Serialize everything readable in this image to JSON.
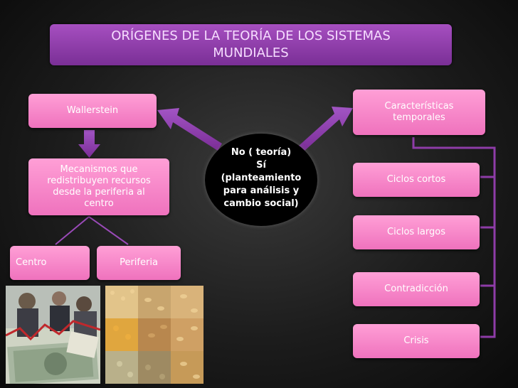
{
  "title": {
    "line1": "ORÍGENES DE LA TEORÍA DE LOS SISTEMAS",
    "line2": "MUNDIALES"
  },
  "left": {
    "wallerstein": "Wallerstein",
    "mechanisms": {
      "line1": "Mecanismos que",
      "line2": "redistribuyen  recursos",
      "line3": "desde la periferia al",
      "line4": "centro"
    },
    "centro": "Centro",
    "periferia": "Periferia"
  },
  "center": {
    "line1": "No ( teoría)",
    "line2": "Sí",
    "line3": "(planteamiento",
    "line4": "para análisis y",
    "line5": "cambio social)"
  },
  "right": {
    "characteristics": {
      "line1": "Características",
      "line2": "temporales"
    },
    "items": [
      "Ciclos cortos",
      "Ciclos largos",
      "Contradicción",
      "Crisis"
    ]
  },
  "colors": {
    "title_purple": "#8b3aa6",
    "box_pink": "#f57fc6",
    "arrow_purple": "#8e3ca8",
    "connector_purple": "#9a4ab8"
  }
}
